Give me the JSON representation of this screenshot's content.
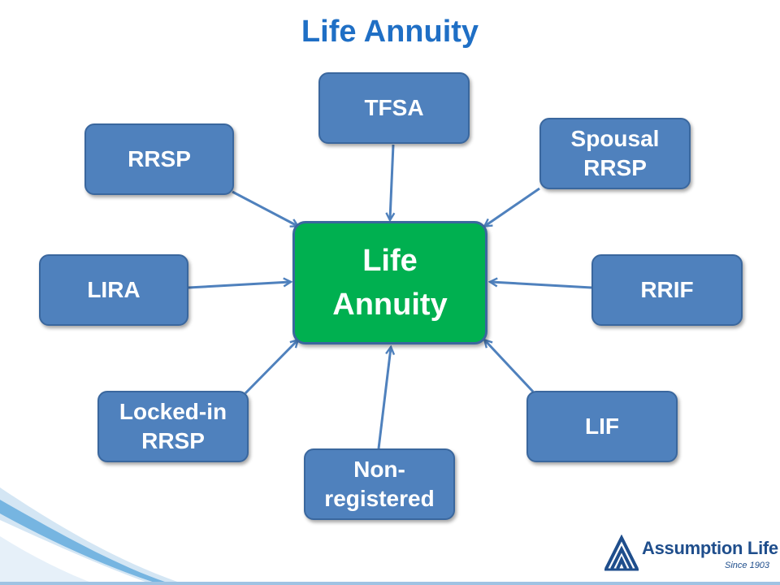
{
  "title": "Life Annuity",
  "center": {
    "label": "Life\nAnnuity"
  },
  "sources": [
    {
      "id": "tfsa",
      "label": "TFSA"
    },
    {
      "id": "rrsp",
      "label": "RRSP"
    },
    {
      "id": "spousal-rrsp",
      "label": "Spousal\nRRSP"
    },
    {
      "id": "lira",
      "label": "LIRA"
    },
    {
      "id": "rrif",
      "label": "RRIF"
    },
    {
      "id": "locked-in-rrsp",
      "label": "Locked-in\nRRSP"
    },
    {
      "id": "lif",
      "label": "LIF"
    },
    {
      "id": "non-registered",
      "label": "Non-\nregistered"
    }
  ],
  "logo": {
    "name": "Assumption Life",
    "tagline": "Since 1903"
  },
  "colors": {
    "title": "#1f6fc5",
    "source_box": "#4f81bd",
    "center_box": "#00b050",
    "arrow": "#4f81bd"
  }
}
